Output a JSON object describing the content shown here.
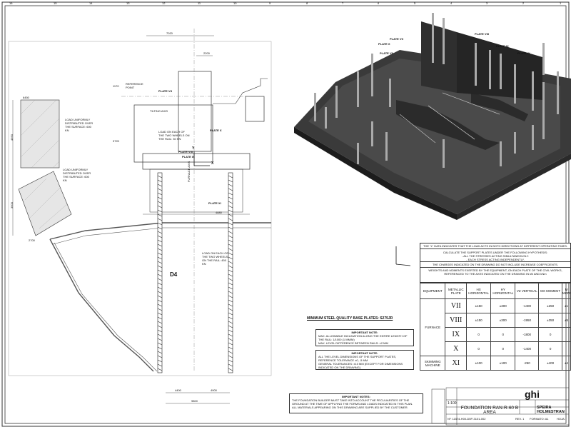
{
  "frame": {
    "col_numbers": [
      "16",
      "15",
      "14",
      "13",
      "12",
      "11",
      "10",
      "9",
      "8",
      "7",
      "6",
      "5",
      "4",
      "3",
      "2",
      "1"
    ]
  },
  "plan": {
    "plates": [
      "PLATE VII",
      "PLATE VIII",
      "PLATE IX",
      "PLATE X",
      "PLATE XI"
    ],
    "reference_point": "REFERENCE POINT",
    "tilting_axis": "TILTING AXIS",
    "furnace_axis": "FURNACE AXIS",
    "load_left_top": "LOAD UNIFORMLY DISTRIBUTED OVER THE SURFACE: 600 KN",
    "load_left_mid": "LOAD UNIFORMLY DISTRIBUTED OVER THE SURFACE: 600 KN",
    "load_wheels_top": "LOAD ON EACH OF THE TWO WHEELS ON THE RAIL: 30 KN",
    "load_wheels_rail": "LOAD ON EACH OF THE TWO WHEELS ON THE RAIL: 450 KN",
    "rail_label": "D4",
    "dims": [
      "7020",
      "2200",
      "1170",
      "3720",
      "4880",
      "4400",
      "4900",
      "9800",
      "2700",
      "6450",
      "4950",
      "3500"
    ],
    "axis_x": "X",
    "axis_y": "Y"
  },
  "iso": {
    "plates": [
      "PLATE VII",
      "PLATE VII",
      "PLATE X",
      "PLATE VIII",
      "PLATE IX",
      "PLATE IX"
    ]
  },
  "notes": {
    "min_steel": "MINIMUM STEEL QUALITY BASE PLATES: S275JR",
    "important_1_title": "IMPORTANT NOTE:",
    "important_1_lines": [
      "MAX. ALLOWABLE INCLINATION ALONG THE ENTIRE LENGTH OF THE RAIL: 1/1000 (1 MM/M)",
      "MAX. LEVEL DIFFERENCE BETWEEN RAILS: ±2 MM"
    ],
    "important_2_title": "IMPORTANT NOTE:",
    "important_2_lines": [
      "ALL THE LEVEL DIMENSIONS OF THE SUPPORT PLATES, REFERENCE TOLERANCE ±0, -5 MM",
      "GENERAL TOLERANCES: ±10 MM (EXCEPT FOR DIMENSIONS INDICATED ON THE DRAWING)"
    ],
    "important_3_title": "IMPORTANT NOTES:",
    "important_3_lines": [
      "THE FOUNDATION BUILDER MUST TAKE INTO ACCOUNT THE PECULIARITIES OF THE GROUND AT THE TIME OF APPLYING THE FORMS AND LOADS INDICATED IN THIS PLAN.",
      "ALL MATERIALS APPEARING ON THIS DRAWING ARE SUPPLIED BY THE CUSTOMER."
    ]
  },
  "load_table": {
    "intro": "THE \"±\" DATA INDICATES THAT THE LOAD ACTS IN BOTH DIRECTIONS AT DIFFERENT OPERATING TIMES.",
    "hyp1": "CALCULATE THE SUPPORT PLATES UNDER THE FOLLOWING HYPOTHESIS:",
    "hyp2": "- ALL THE STRESSES ACTING SIMULTANEOUSLY.",
    "hyp3": "- EACH STRESS ACTING INDEPENDENTLY.",
    "coeff": "THE CHARGES INDICATED ON THE DRAWING DO NOT INCLUDE INCREASE COEFFICIENTS.",
    "weights": "WEIGHTS AND MOMENTS EXERTED BY THE EQUIPMENT, ON EACH PLATE OF THE CIVIL WORKS, REFERENCED TO THE AXES INDICATED ON THE DRAWING IN kN AND kNm",
    "headers": [
      "EQUIPMENT",
      "METALLIC PLATE",
      "HX HORIZONTAL",
      "HY HORIZONTAL",
      "VZ VERTICAL",
      "MX MOMENT",
      "M MOM"
    ],
    "furnace": "FURNACE",
    "skimming": "SKIMMING MACHINE",
    "rows": [
      {
        "plate": "VII",
        "hx": "±150",
        "hy": "±300",
        "vz": "-1400",
        "mx": "±250",
        "m": "±1"
      },
      {
        "plate": "VIII",
        "hx": "±150",
        "hy": "±300",
        "vz": "-1950",
        "mx": "±350",
        "m": "±5"
      },
      {
        "plate": "IX",
        "hx": "0",
        "hy": "0",
        "vz": "-1800",
        "mx": "0",
        "m": ""
      },
      {
        "plate": "X",
        "hx": "0",
        "hy": "0",
        "vz": "-1400",
        "mx": "0",
        "m": ""
      },
      {
        "plate": "XI",
        "hx": "±100",
        "hy": "±100",
        "vz": "-250",
        "mx": "±400",
        "m": "±4"
      }
    ]
  },
  "title_block": {
    "project": "FOUNDATION RAN-R-60 B AREA",
    "client": "SPEIRA HOLMESTRAN",
    "scale": "1:100",
    "logo": "ghi",
    "drawing_no": "Nº: 11574-H00-D5P-3101-002",
    "rev": "REV. 1",
    "format": "FORMATO: A1",
    "sheet": "HOJA:"
  }
}
